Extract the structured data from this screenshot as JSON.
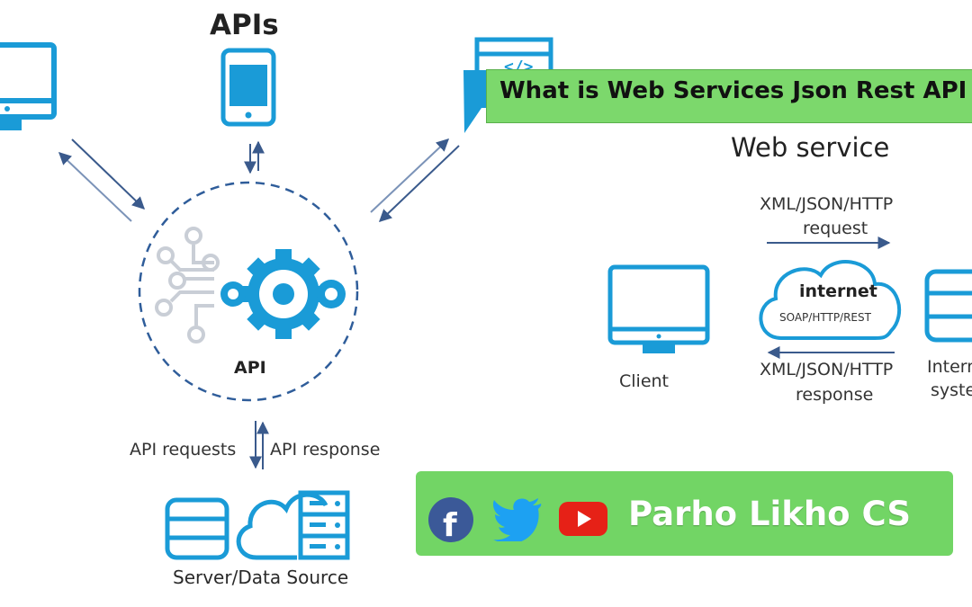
{
  "diagram": {
    "apis_heading": "APIs",
    "api_label": "API",
    "api_requests": "API requests",
    "api_response": "API response",
    "server_label": "Server/Data Source",
    "web_service_heading": "Web service",
    "request_line1": "XML/JSON/HTTP",
    "request_line2": "request",
    "cloud_title": "internet",
    "cloud_sub": "SOAP/HTTP/REST",
    "response_line1": "XML/JSON/HTTP",
    "response_line2": "response",
    "client_label": "Client",
    "internal_line1": "Interna",
    "internal_line2": "system"
  },
  "title_banner": {
    "text": "What is Web Services Json Rest API"
  },
  "brand": {
    "name": "Parho Likho CS",
    "icons": [
      "facebook-icon",
      "twitter-icon",
      "youtube-icon"
    ]
  },
  "colors": {
    "accent": "#1a9bd7",
    "arrow": "#3a5a8c",
    "banner": "#7cd86c",
    "brand_bg": "#72d565"
  }
}
